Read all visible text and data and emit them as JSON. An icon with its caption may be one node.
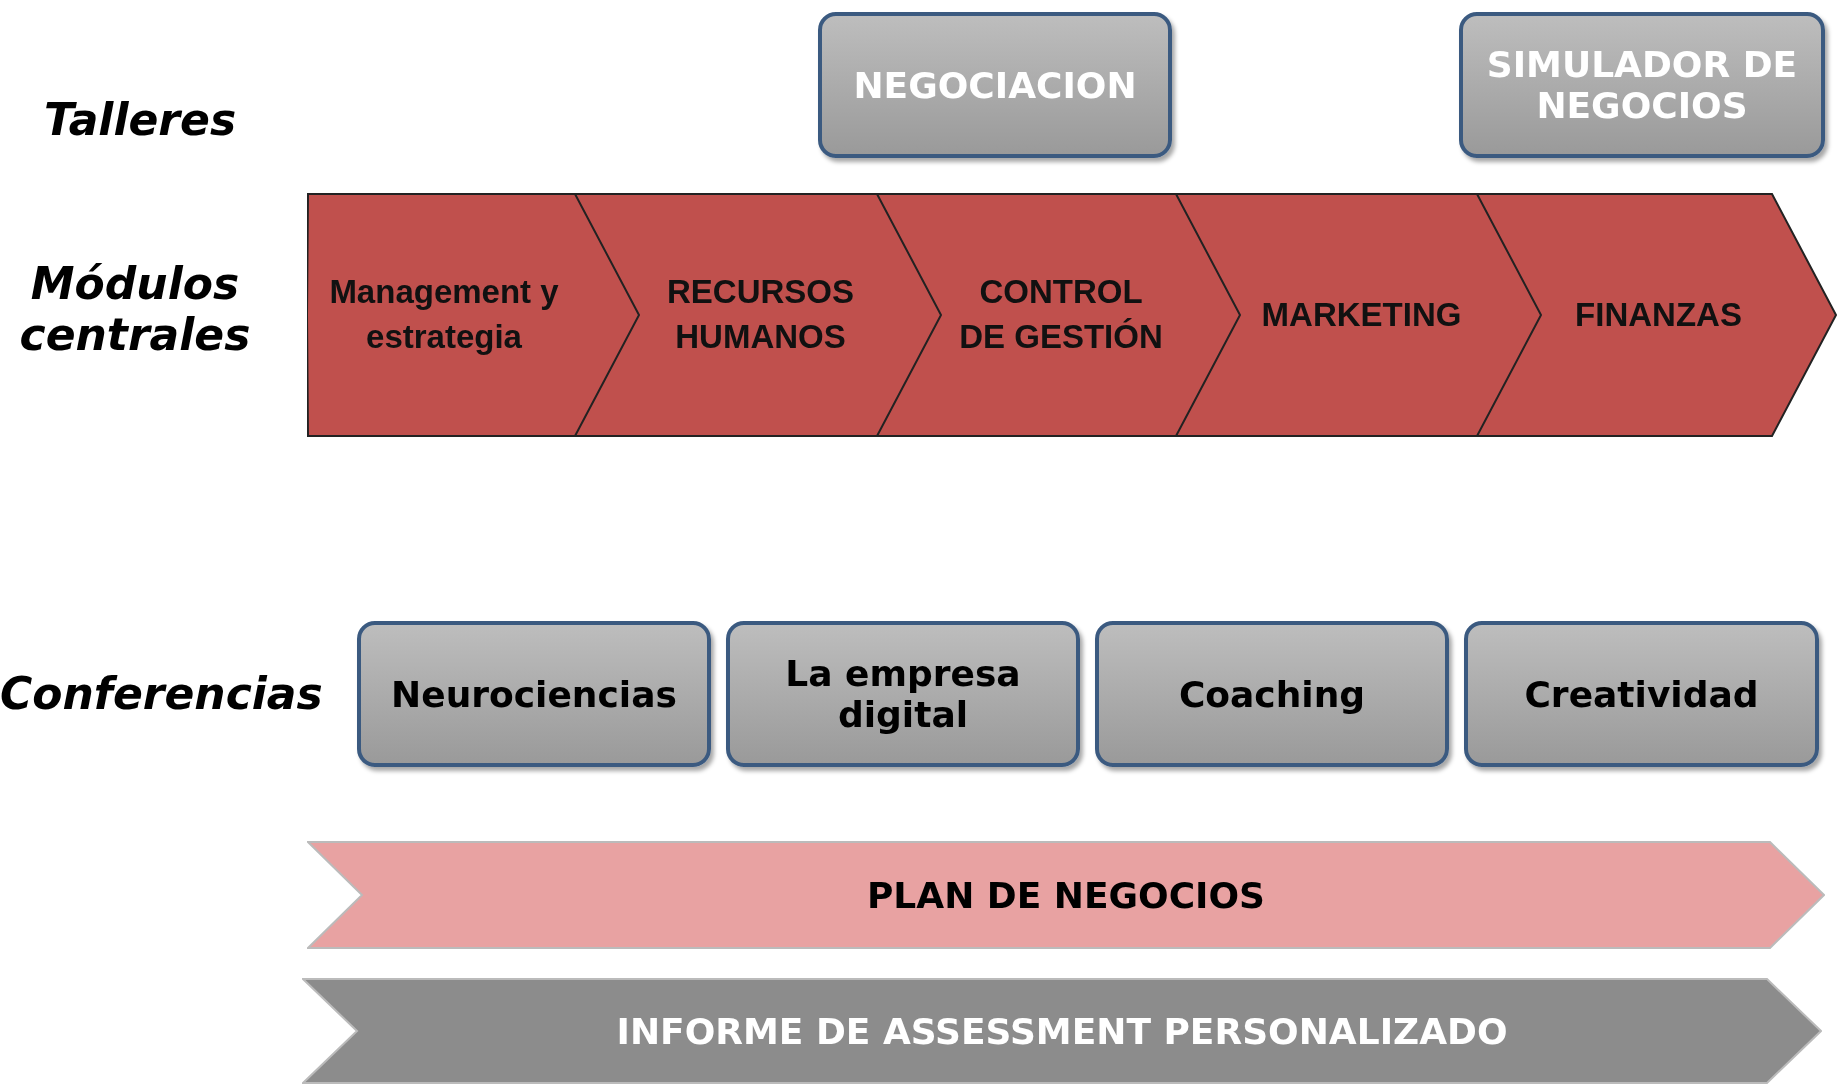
{
  "diagram": {
    "nodes": [
      {
        "text": [
          "NEGOCIACION"
        ]
      },
      {
        "text": [
          "SIMULADOR DE NEGOCIOS"
        ]
      },
      {
        "text": [
          "Management y estrategia"
        ]
      },
      {
        "text": [
          "RECURSOS HUMANOS"
        ]
      },
      {
        "text": [
          "CONTROL DE GESTIÓN"
        ]
      },
      {
        "text": [
          "MARKETING"
        ]
      },
      {
        "text": [
          "FINANZAS"
        ]
      },
      {
        "text": [
          "Neurociencias"
        ]
      },
      {
        "text": [
          "La empresa digital"
        ]
      },
      {
        "text": [
          "Coaching"
        ]
      },
      {
        "text": [
          "Creatividad"
        ]
      },
      {
        "text": [
          "PLAN DE NEGOCIOS"
        ]
      },
      {
        "text": [
          "INFORME DE ASSESSMENT PERSONALIZADO"
        ]
      }
    ],
    "edges": [],
    "labels": [
      "Talleres",
      "Módulos centrales",
      "Conferencias"
    ]
  }
}
